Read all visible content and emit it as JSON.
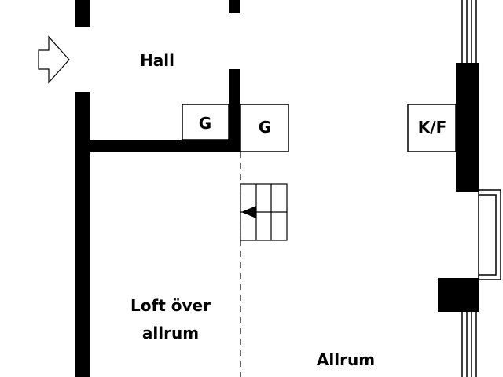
{
  "rooms": {
    "hall": "Hall",
    "loft_line1": "Loft över",
    "loft_line2": "allrum",
    "allrum": "Allrum"
  },
  "fixtures": {
    "wardrobe_left": "G",
    "wardrobe_right": "G",
    "fridge_freezer": "K/F"
  },
  "icons": {
    "entrance": "entrance-arrow-icon",
    "stair_direction": "stair-direction-arrow-icon"
  },
  "colors": {
    "wall": "#000000",
    "background": "#ffffff"
  }
}
